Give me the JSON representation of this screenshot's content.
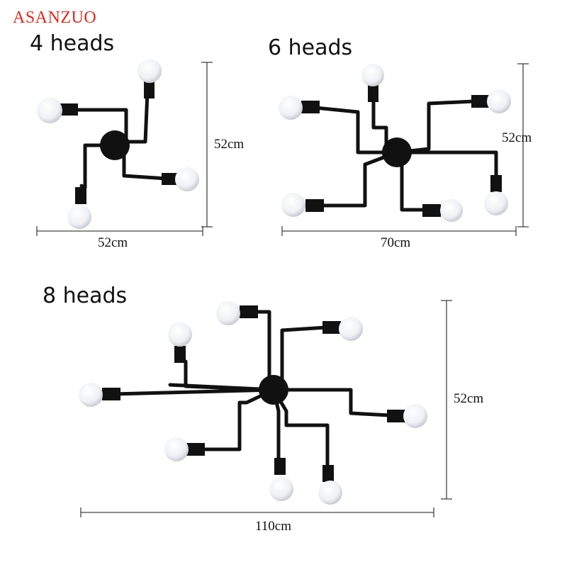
{
  "brand": "ASANZUO",
  "colors": {
    "brand": "#e8261c",
    "fixture": "#111111",
    "bulb": "#f2f3f6",
    "dimension_line": "#444444"
  },
  "variants": [
    {
      "label": "4 heads",
      "width": "52cm",
      "height": "52cm"
    },
    {
      "label": "6 heads",
      "width": "70cm",
      "height": "52cm"
    },
    {
      "label": "8 heads",
      "width": "110cm",
      "height": "52cm"
    }
  ]
}
